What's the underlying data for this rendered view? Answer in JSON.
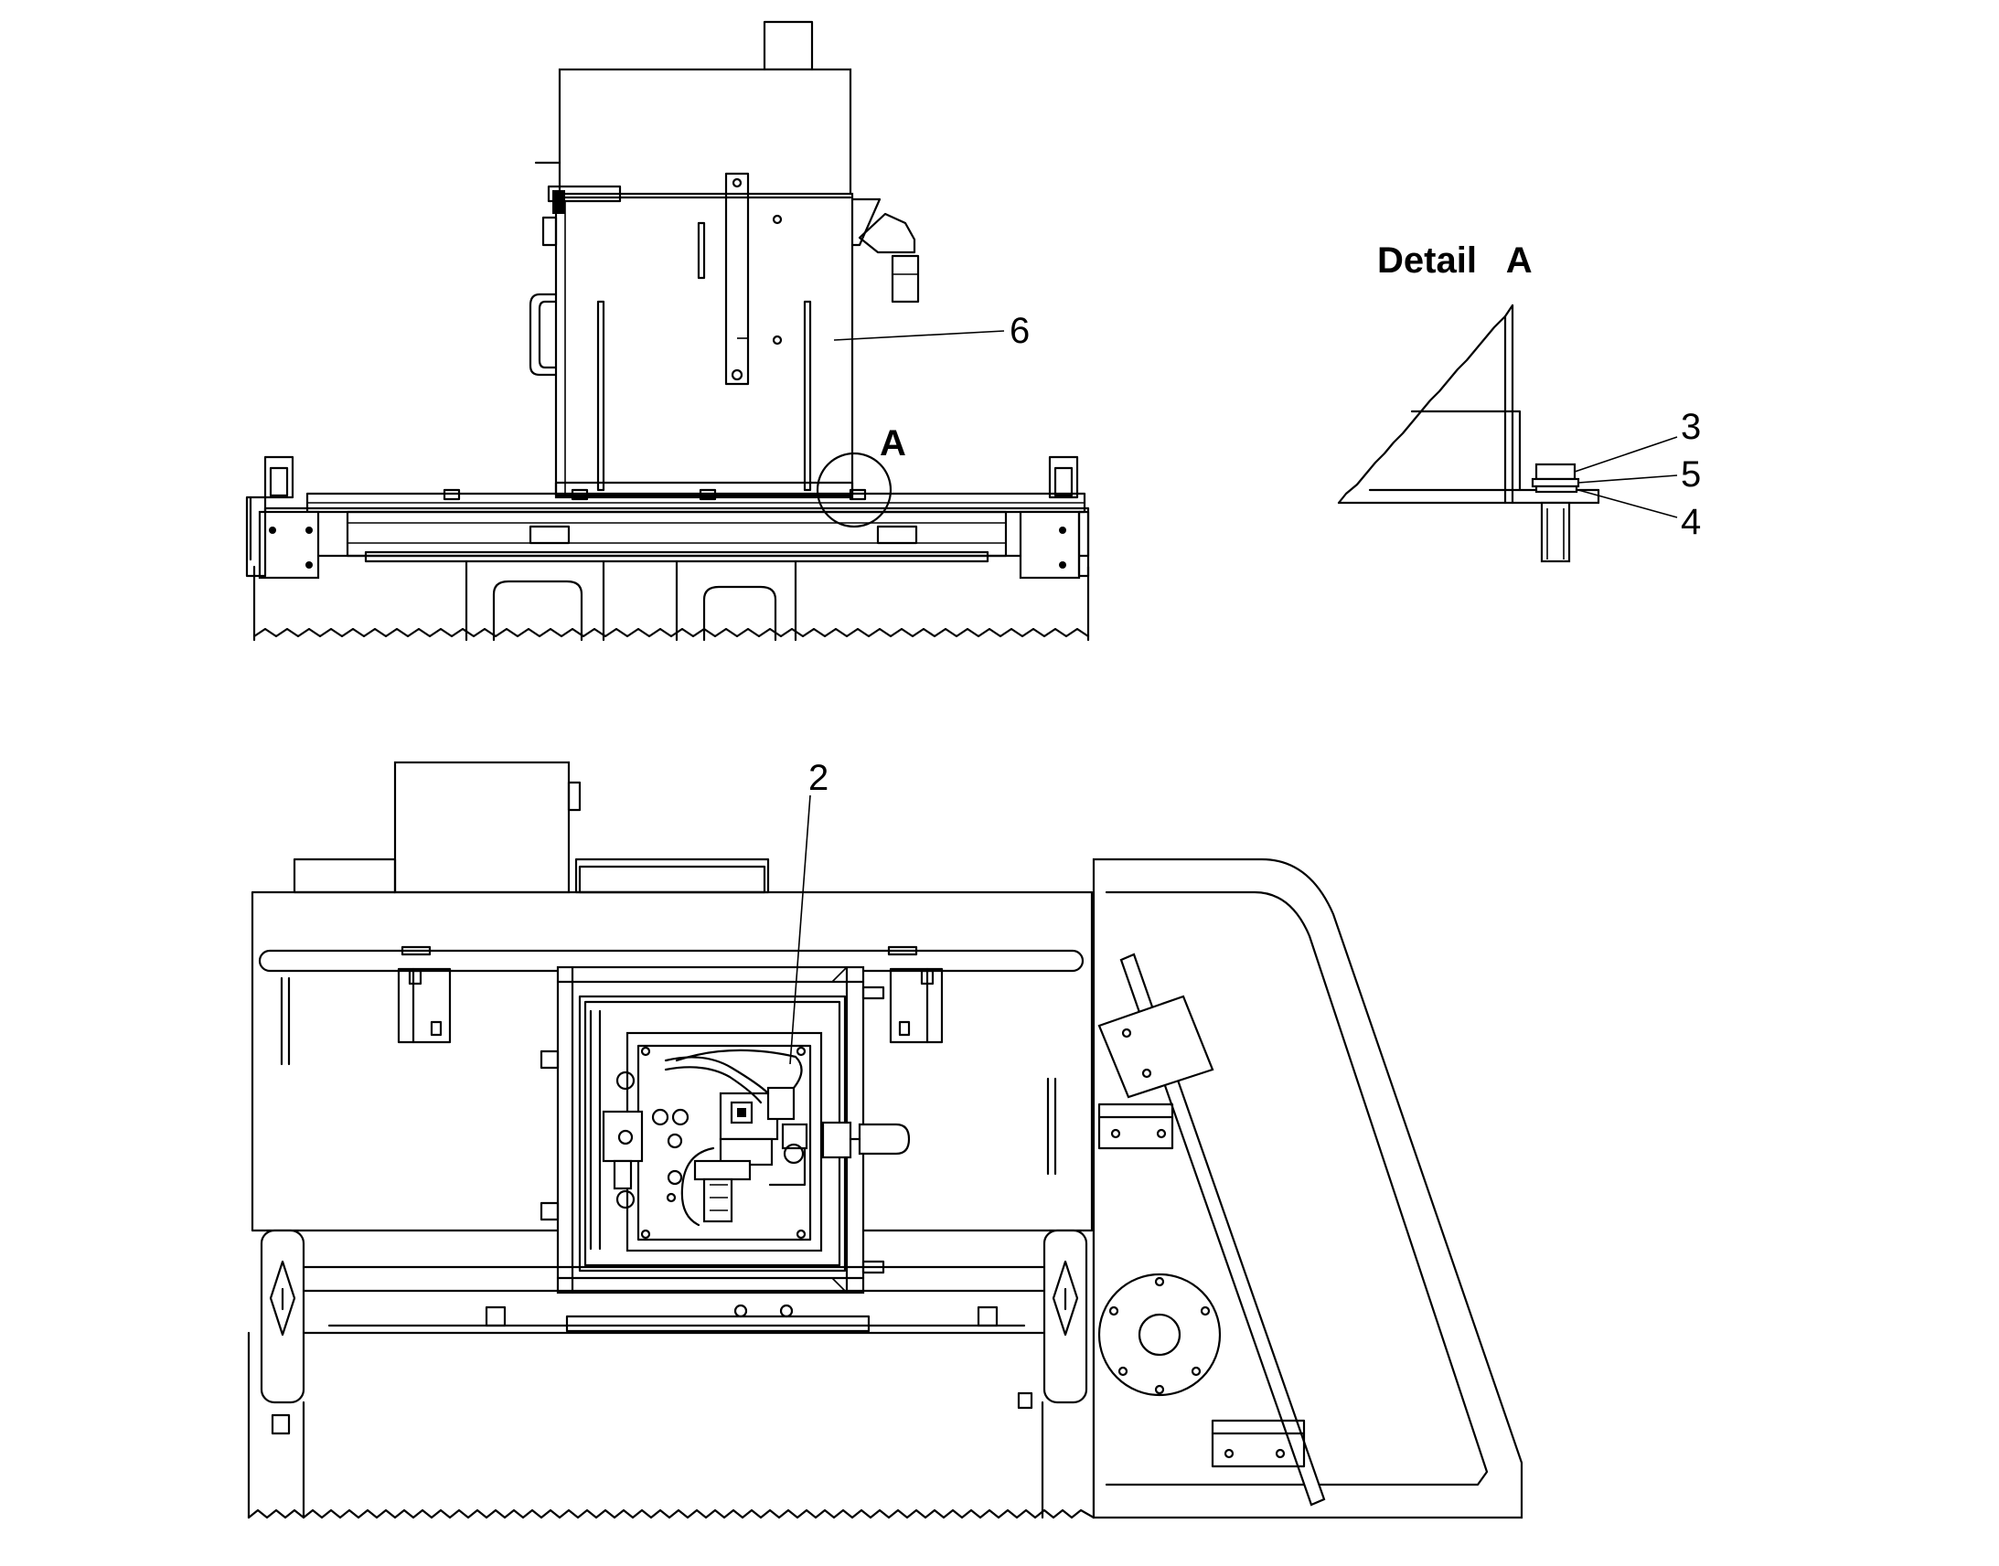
{
  "detail_title": "Detail   A",
  "callouts": {
    "item_6": "6",
    "item_2": "2",
    "item_3": "3",
    "item_5": "5",
    "item_4": "4",
    "detail_marker": "A"
  }
}
